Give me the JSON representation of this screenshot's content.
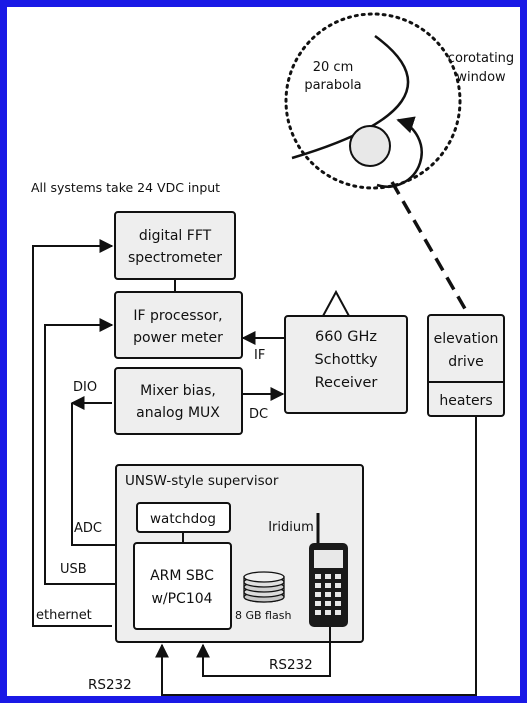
{
  "colors": {
    "frame": "#1a19e6",
    "box_fill": "#eeeeee",
    "stroke": "#111111"
  },
  "note": "All systems take 24 VDC input",
  "optics": {
    "mirror_label_1": "20 cm",
    "mirror_label_2": "parabola",
    "window_label_1": "corotating",
    "window_label_2": "window"
  },
  "boxes": {
    "fft": [
      "digital FFT",
      "spectrometer"
    ],
    "if_proc": [
      "IF processor,",
      "power meter"
    ],
    "mixer": [
      "Mixer bias,",
      "analog MUX"
    ],
    "receiver": [
      "660 GHz",
      "Schottky",
      "Receiver"
    ],
    "elevation": [
      "elevation",
      "drive"
    ],
    "heaters": "heaters",
    "supervisor_title": "UNSW-style supervisor",
    "watchdog": "watchdog",
    "sbc": [
      "ARM SBC",
      "w/PC104"
    ]
  },
  "labels": {
    "if": "IF",
    "dc": "DC",
    "dio": "DIO",
    "adc": "ADC",
    "usb": "USB",
    "ethernet": "ethernet",
    "flash": "8 GB flash",
    "iridium": "Iridium",
    "rs232_left": "RS232",
    "rs232_right": "RS232"
  }
}
